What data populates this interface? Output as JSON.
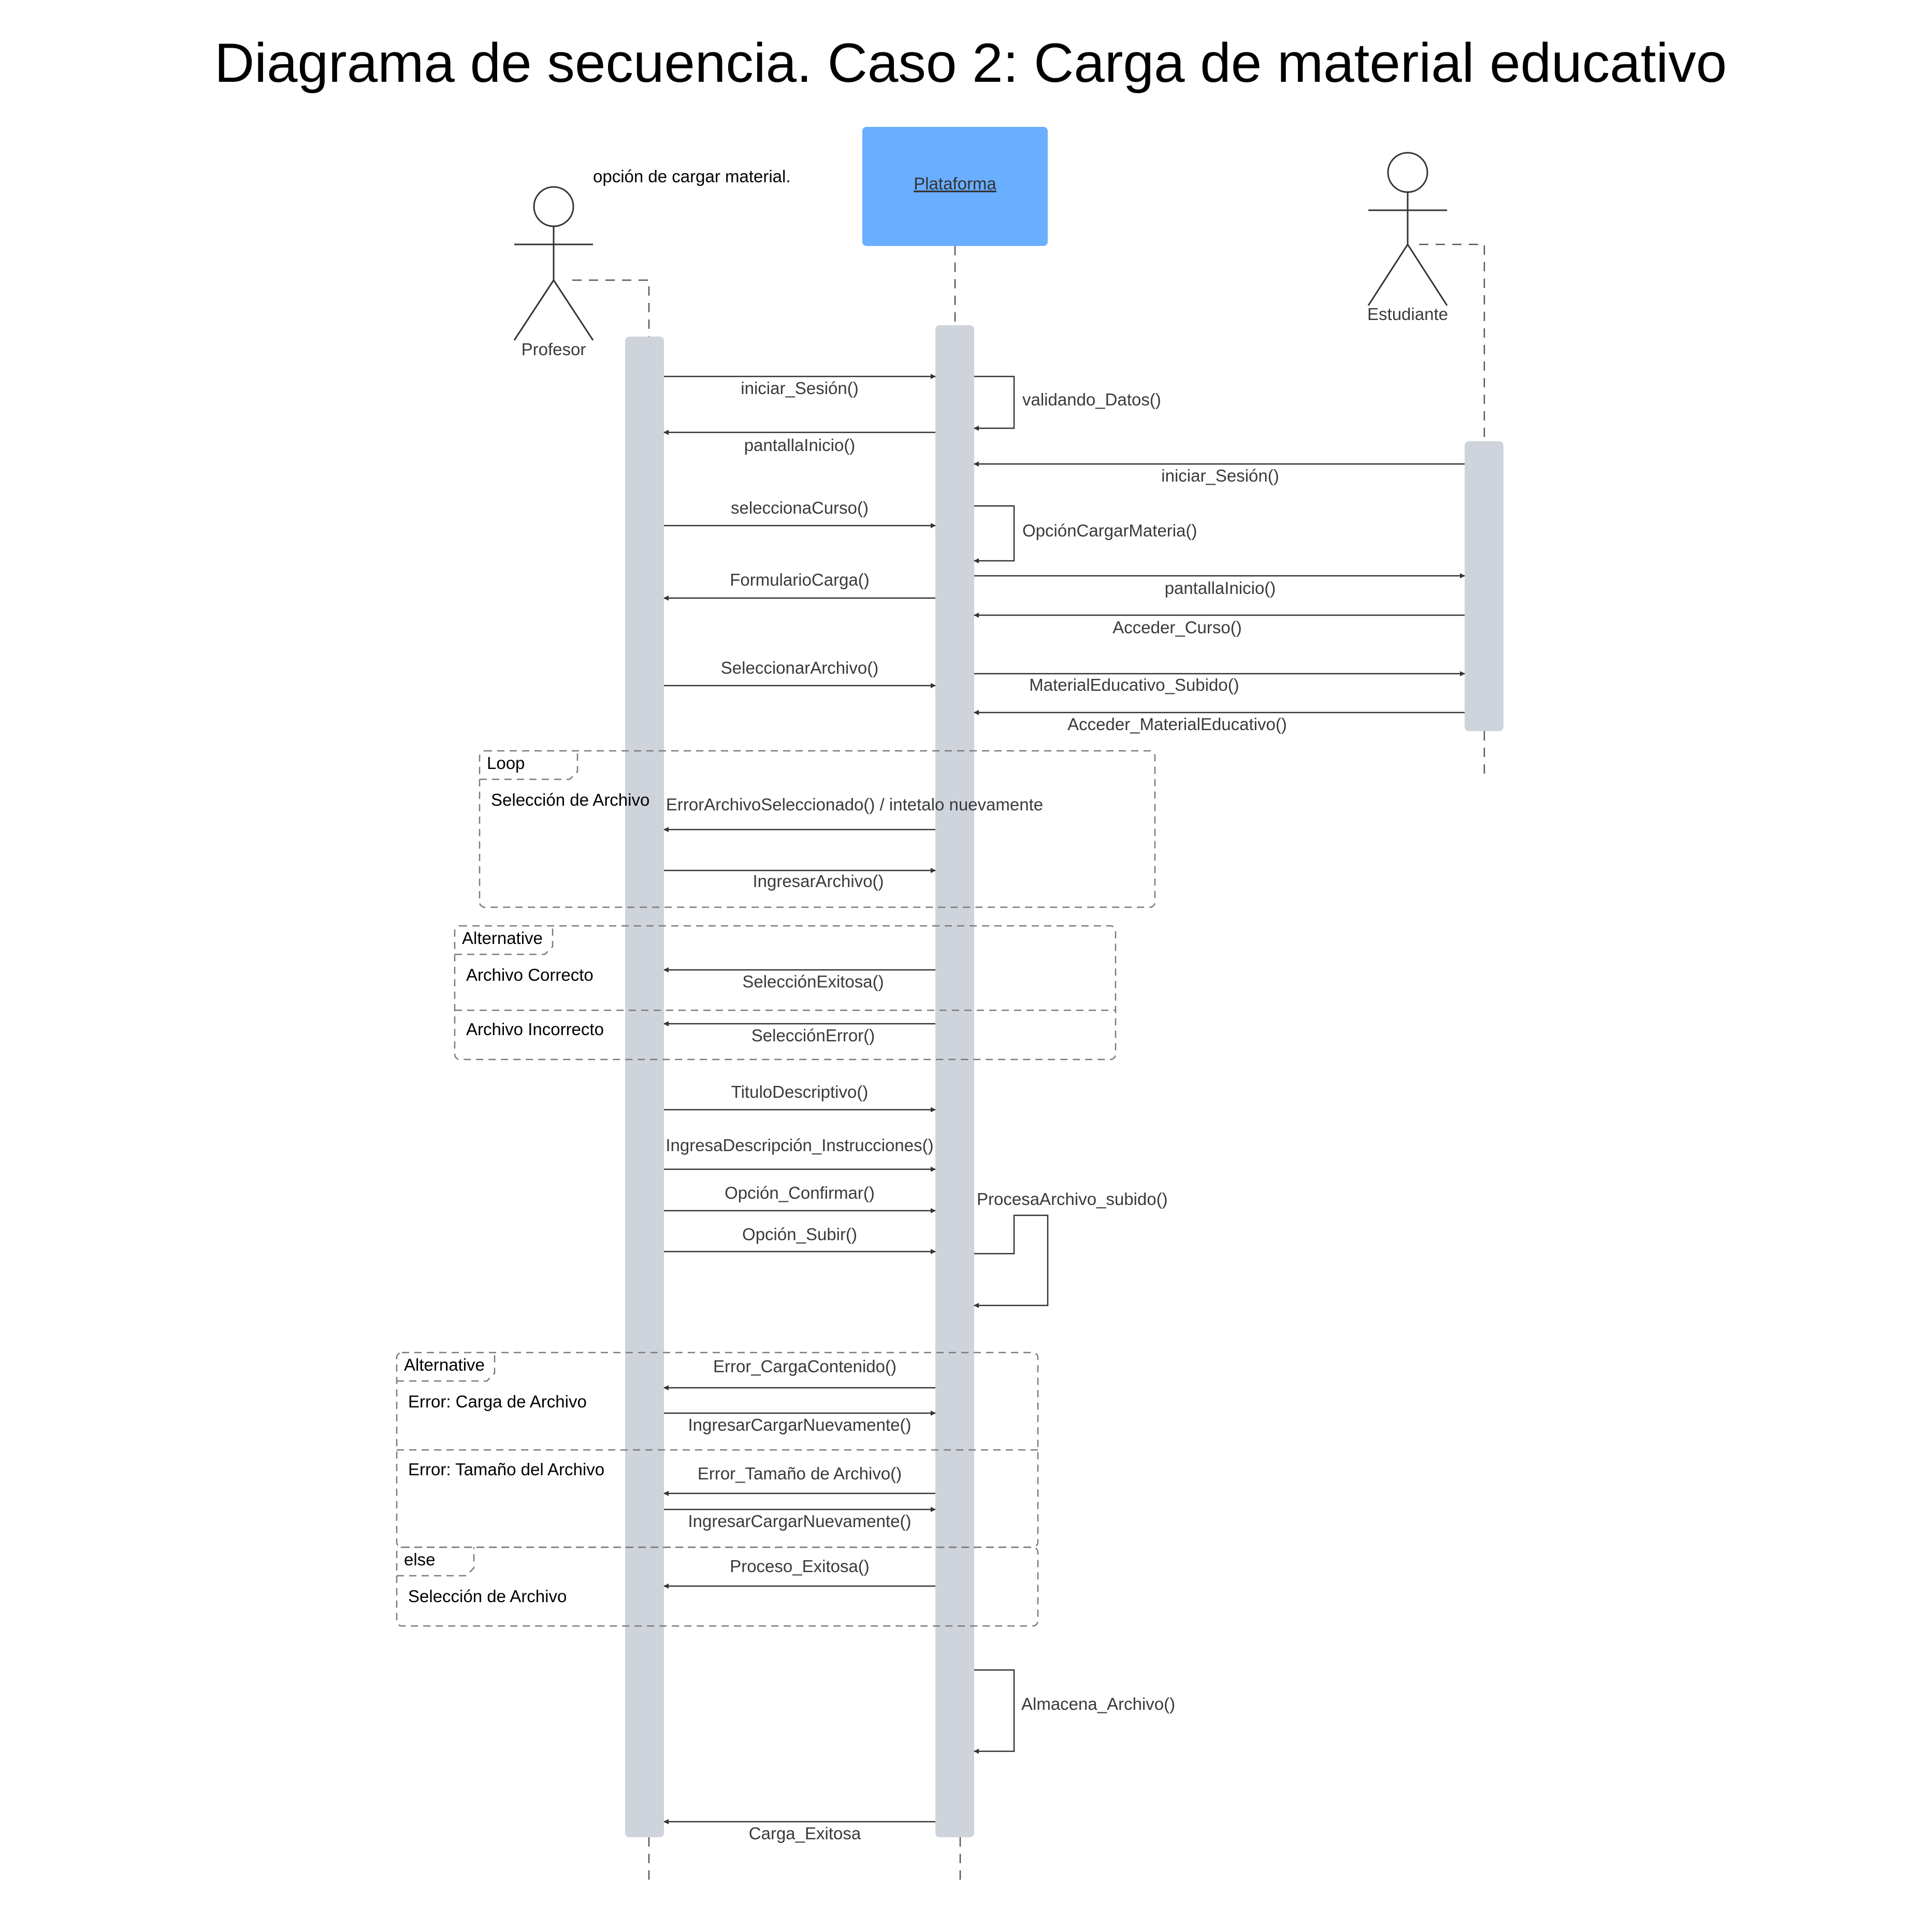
{
  "title": "Diagrama de secuencia. Caso 2: Carga de material educativo",
  "note": "opción de cargar material.",
  "participants": {
    "profesor": "Profesor",
    "plataforma": "Plataforma",
    "estudiante": "Estudiante"
  },
  "colors": {
    "plataforma_box": "#6aaeff",
    "activation": "#cfd4dc",
    "arrow": "#333333",
    "frame": "#7a7a7a"
  },
  "messages": [
    {
      "label": "iniciar_Sesión()",
      "from": "profesor",
      "to": "plataforma"
    },
    {
      "label": "validando_Datos()",
      "from": "plataforma",
      "to": "plataforma"
    },
    {
      "label": "pantallaInicio()",
      "from": "plataforma",
      "to": "profesor"
    },
    {
      "label": "iniciar_Sesión()",
      "from": "estudiante",
      "to": "plataforma"
    },
    {
      "label": "seleccionaCurso()",
      "from": "profesor",
      "to": "plataforma"
    },
    {
      "label": "OpciónCargarMateria()",
      "from": "plataforma",
      "to": "plataforma"
    },
    {
      "label": "pantallaInicio()",
      "from": "plataforma",
      "to": "estudiante"
    },
    {
      "label": "FormularioCarga()",
      "from": "plataforma",
      "to": "profesor"
    },
    {
      "label": "Acceder_Curso()",
      "from": "estudiante",
      "to": "plataforma"
    },
    {
      "label": "SeleccionarArchivo()",
      "from": "profesor",
      "to": "plataforma"
    },
    {
      "label": "MaterialEducativo_Subido()",
      "from": "plataforma",
      "to": "estudiante"
    },
    {
      "label": "Acceder_MaterialEducativo()",
      "from": "estudiante",
      "to": "plataforma"
    },
    {
      "label": "ErrorArchivoSeleccionado() / intetalo nuevamente",
      "from": "plataforma",
      "to": "profesor"
    },
    {
      "label": "IngresarArchivo()",
      "from": "profesor",
      "to": "plataforma"
    },
    {
      "label": "SelecciónExitosa()",
      "from": "plataforma",
      "to": "profesor"
    },
    {
      "label": "SelecciónError()",
      "from": "plataforma",
      "to": "profesor"
    },
    {
      "label": "TituloDescriptivo()",
      "from": "profesor",
      "to": "plataforma"
    },
    {
      "label": "IngresaDescripción_Instrucciones()",
      "from": "profesor",
      "to": "plataforma"
    },
    {
      "label": "Opción_Confirmar()",
      "from": "profesor",
      "to": "plataforma"
    },
    {
      "label": "ProcesaArchivo_subido()",
      "from": "plataforma",
      "to": "plataforma"
    },
    {
      "label": "Opción_Subir()",
      "from": "profesor",
      "to": "plataforma"
    },
    {
      "label": "Error_CargaContenido()",
      "from": "plataforma",
      "to": "profesor"
    },
    {
      "label": "IngresarCargarNuevamente()",
      "from": "profesor",
      "to": "plataforma"
    },
    {
      "label": "Error_Tamaño de Archivo()",
      "from": "plataforma",
      "to": "profesor"
    },
    {
      "label": "IngresarCargarNuevamente()",
      "from": "profesor",
      "to": "plataforma"
    },
    {
      "label": "Proceso_Exitosa()",
      "from": "plataforma",
      "to": "profesor"
    },
    {
      "label": "Almacena_Archivo()",
      "from": "plataforma",
      "to": "plataforma"
    },
    {
      "label": "Carga_Exitosa",
      "from": "plataforma",
      "to": "profesor"
    }
  ],
  "frames": {
    "loop": {
      "label": "Loop",
      "guard": "Selección de Archivo"
    },
    "alt1": {
      "label": "Alternative",
      "guard1": "Archivo Correcto",
      "guard2": "Archivo Incorrecto"
    },
    "alt2": {
      "label": "Alternative",
      "guard1": "Error: Carga de Archivo",
      "guard2": "Error: Tamaño del Archivo"
    },
    "else": {
      "label": "else",
      "guard": "Selección de Archivo"
    }
  }
}
